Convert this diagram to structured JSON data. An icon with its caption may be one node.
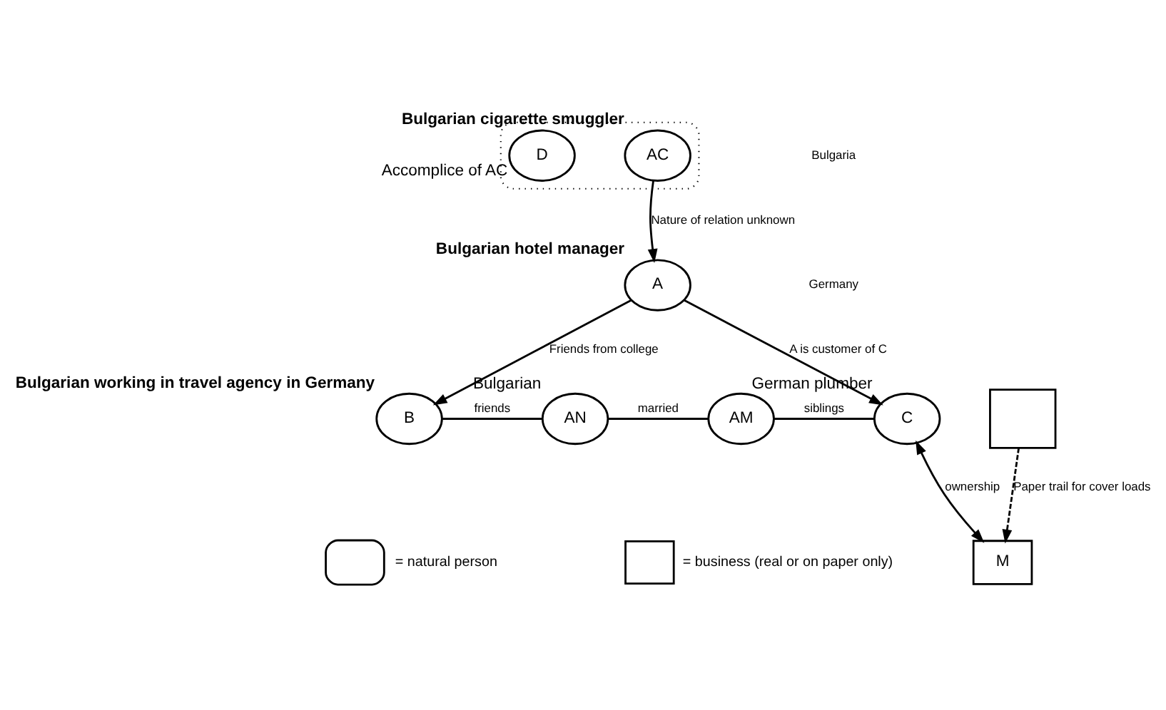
{
  "diagram": {
    "nodes": [
      {
        "text": [],
        "shape": "ellipse"
      },
      {
        "text": [
          "AC"
        ],
        "in": 0,
        "beside": [
          "Bulgarian cigarette smuggler"
        ]
      },
      {
        "text": [
          "D"
        ],
        "in": 0,
        "beside": [
          "Accomplice of AC"
        ]
      },
      {
        "text": [],
        "shape": "box"
      },
      {
        "text": [
          "A"
        ],
        "beside": [
          "Bulgarian hotel manager"
        ]
      },
      {
        "text": [
          "M"
        ]
      },
      {
        "text": [
          "B"
        ],
        "beside": [
          "Bulgarian working in travel agency in Germany"
        ]
      },
      {
        "text": [
          "AN"
        ],
        "beside": [
          "Bulgarian"
        ]
      },
      {
        "text": [
          "AM"
        ]
      },
      {
        "text": [
          "C"
        ],
        "beside": [
          "German plumber"
        ]
      }
    ],
    "edges": [
      {
        "from": 1,
        "to": 4,
        "arrow": "to",
        "label": "Nature of relation unknown"
      },
      {
        "from": 3,
        "to": 5,
        "arrow": "to",
        "label": "Paper trail for cover loads",
        "style": "dashed"
      },
      {
        "from": 4,
        "to": 6,
        "arrow": "to",
        "label": "Friends from college"
      },
      {
        "from": 4,
        "to": 9,
        "arrow": "to",
        "label": "A is customer of C"
      },
      {
        "from": 9,
        "to": 5,
        "arrow": "both",
        "label": "ownership"
      },
      {
        "from": 6,
        "to": 7,
        "arrow": "none",
        "label": "friends"
      },
      {
        "from": 7,
        "to": 8,
        "arrow": "none",
        "label": "married"
      },
      {
        "from": 8,
        "to": 9,
        "arrow": "none",
        "label": "siblings"
      }
    ],
    "labels": [
      "Bulgaria",
      "Germany"
    ],
    "legend": [
      {
        "text": "= natural person"
      },
      {
        "text": "= business (real or on paper only)"
      }
    ]
  }
}
